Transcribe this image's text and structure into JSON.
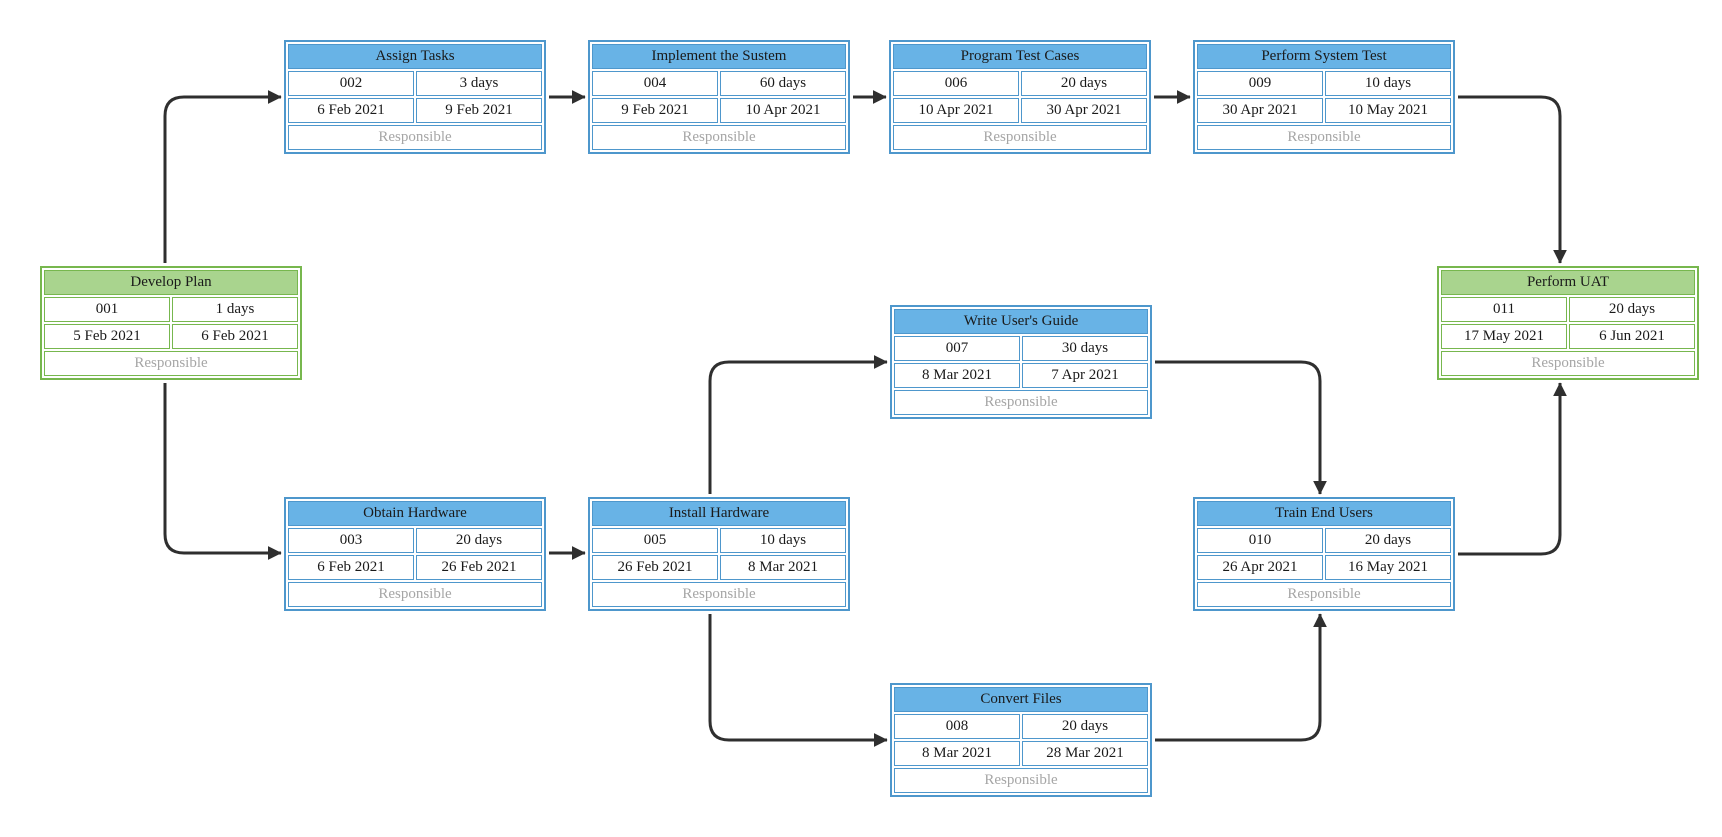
{
  "diagram": {
    "type": "project-network-diagram",
    "colors": {
      "task_fill": "#68B3E6",
      "task_border": "#4E97CC",
      "milestone_fill": "#A9D48E",
      "milestone_border": "#77B74E",
      "connector": "#2F2F2F",
      "responsible_text": "#A6A6A6"
    },
    "nodes": [
      {
        "title": "Develop Plan",
        "id": "001",
        "duration": "1 days",
        "start": "5 Feb 2021",
        "end": "6 Feb 2021",
        "responsible": "Responsible",
        "color": "green"
      },
      {
        "title": "Assign Tasks",
        "id": "002",
        "duration": "3 days",
        "start": "6 Feb 2021",
        "end": "9 Feb 2021",
        "responsible": "Responsible",
        "color": "blue"
      },
      {
        "title": "Implement the Sustem",
        "id": "004",
        "duration": "60 days",
        "start": "9 Feb 2021",
        "end": "10 Apr 2021",
        "responsible": "Responsible",
        "color": "blue"
      },
      {
        "title": "Program Test Cases",
        "id": "006",
        "duration": "20 days",
        "start": "10 Apr 2021",
        "end": "30 Apr 2021",
        "responsible": "Responsible",
        "color": "blue"
      },
      {
        "title": "Perform System Test",
        "id": "009",
        "duration": "10 days",
        "start": "30 Apr 2021",
        "end": "10 May 2021",
        "responsible": "Responsible",
        "color": "blue"
      },
      {
        "title": "Perform UAT",
        "id": "011",
        "duration": "20 days",
        "start": "17 May 2021",
        "end": "6 Jun 2021",
        "responsible": "Responsible",
        "color": "green"
      },
      {
        "title": "Write User's Guide",
        "id": "007",
        "duration": "30 days",
        "start": "8 Mar 2021",
        "end": "7 Apr 2021",
        "responsible": "Responsible",
        "color": "blue"
      },
      {
        "title": "Obtain Hardware",
        "id": "003",
        "duration": "20 days",
        "start": "6 Feb 2021",
        "end": "26 Feb 2021",
        "responsible": "Responsible",
        "color": "blue"
      },
      {
        "title": "Install Hardware",
        "id": "005",
        "duration": "10 days",
        "start": "26 Feb 2021",
        "end": "8 Mar 2021",
        "responsible": "Responsible",
        "color": "blue"
      },
      {
        "title": "Train End Users",
        "id": "010",
        "duration": "20 days",
        "start": "26 Apr 2021",
        "end": "16 May 2021",
        "responsible": "Responsible",
        "color": "blue"
      },
      {
        "title": "Convert Files",
        "id": "008",
        "duration": "20 days",
        "start": "8 Mar 2021",
        "end": "28 Mar 2021",
        "responsible": "Responsible",
        "color": "blue"
      }
    ],
    "edges": [
      {
        "from": "Develop Plan",
        "to": "Assign Tasks"
      },
      {
        "from": "Assign Tasks",
        "to": "Implement the Sustem"
      },
      {
        "from": "Implement the Sustem",
        "to": "Program Test Cases"
      },
      {
        "from": "Program Test Cases",
        "to": "Perform System Test"
      },
      {
        "from": "Perform System Test",
        "to": "Perform UAT"
      },
      {
        "from": "Develop Plan",
        "to": "Obtain Hardware"
      },
      {
        "from": "Obtain Hardware",
        "to": "Install Hardware"
      },
      {
        "from": "Install Hardware",
        "to": "Write User's Guide"
      },
      {
        "from": "Install Hardware",
        "to": "Convert Files"
      },
      {
        "from": "Write User's Guide",
        "to": "Train End Users"
      },
      {
        "from": "Convert Files",
        "to": "Train End Users"
      },
      {
        "from": "Train End Users",
        "to": "Perform UAT"
      }
    ]
  }
}
